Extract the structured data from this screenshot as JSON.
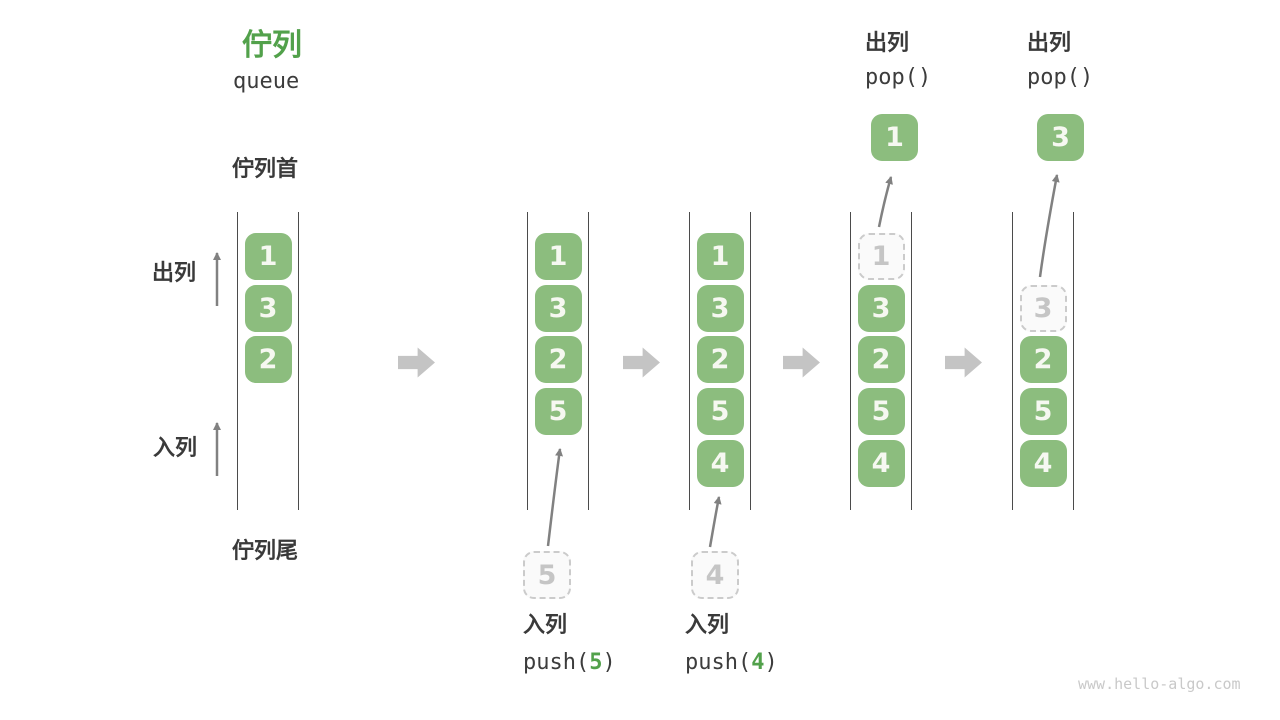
{
  "title": {
    "zh": "佇列",
    "en": "queue"
  },
  "labels": {
    "front": "佇列首",
    "rear": "佇列尾",
    "dequeue": "出列",
    "enqueue": "入列"
  },
  "columns": [
    {
      "slots": [
        {
          "v": "1",
          "type": "solid"
        },
        {
          "v": "3",
          "type": "solid"
        },
        {
          "v": "2",
          "type": "solid"
        }
      ]
    },
    {
      "slots": [
        {
          "v": "1",
          "type": "solid"
        },
        {
          "v": "3",
          "type": "solid"
        },
        {
          "v": "2",
          "type": "solid"
        },
        {
          "v": "5",
          "type": "solid"
        }
      ]
    },
    {
      "slots": [
        {
          "v": "1",
          "type": "solid"
        },
        {
          "v": "3",
          "type": "solid"
        },
        {
          "v": "2",
          "type": "solid"
        },
        {
          "v": "5",
          "type": "solid"
        },
        {
          "v": "4",
          "type": "solid"
        }
      ]
    },
    {
      "slots": [
        {
          "v": "1",
          "type": "dashed"
        },
        {
          "v": "3",
          "type": "solid"
        },
        {
          "v": "2",
          "type": "solid"
        },
        {
          "v": "5",
          "type": "solid"
        },
        {
          "v": "4",
          "type": "solid"
        }
      ]
    },
    {
      "slots": [
        {
          "v": "",
          "type": "empty"
        },
        {
          "v": "3",
          "type": "dashed"
        },
        {
          "v": "2",
          "type": "solid"
        },
        {
          "v": "5",
          "type": "solid"
        },
        {
          "v": "4",
          "type": "solid"
        }
      ]
    }
  ],
  "pops": [
    {
      "action": "出列",
      "code": "pop()",
      "value": "1"
    },
    {
      "action": "出列",
      "code": "pop()",
      "value": "3"
    }
  ],
  "pushes": [
    {
      "action": "入列",
      "code_prefix": "push(",
      "value": "5",
      "code_suffix": ")"
    },
    {
      "action": "入列",
      "code_prefix": "push(",
      "value": "4",
      "code_suffix": ")"
    }
  ],
  "watermark": "www.hello-algo.com",
  "icons": {
    "step-arrow": "block-right-arrow",
    "dequeue-arrow": "thin-up-arrow",
    "enqueue-arrow": "thin-up-arrow",
    "flow-arrow": "curved-up-arrow"
  },
  "colors": {
    "box_green": "#8cbd7e",
    "accent_green": "#52a14b",
    "ghost_gray": "#cbcbcb",
    "block_arrow_gray": "#c4c4c4",
    "thin_arrow_gray": "#818181",
    "column_line": "#4b4b4b",
    "text_dark": "#3c3c3c",
    "watermark_gray": "#c9c9c9"
  }
}
